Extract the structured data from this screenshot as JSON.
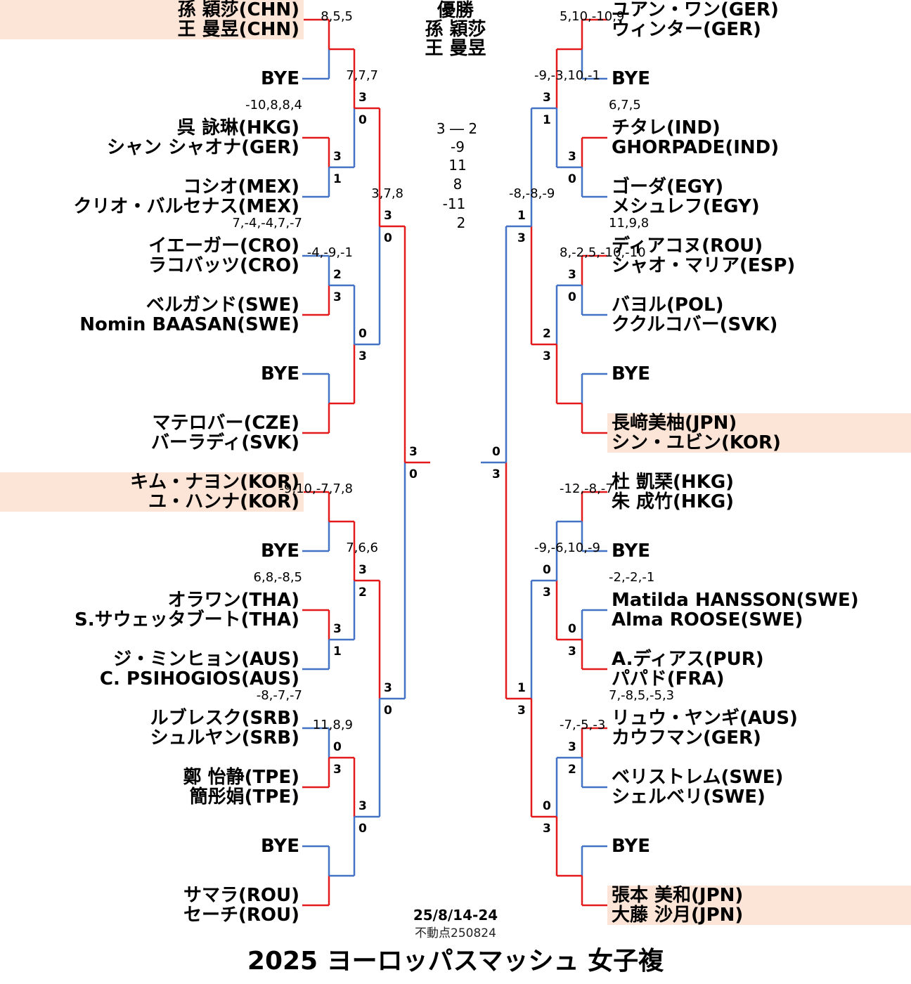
{
  "title": "2025 ヨーロッパスマッシュ 女子複",
  "date": "25/8/14-24",
  "points_note": "不動点250824",
  "champion": {
    "label": "優勝",
    "players": [
      "孫 穎莎",
      "王 曼昱"
    ]
  },
  "final": {
    "score": "3 ― 2",
    "games": [
      "-9",
      "11",
      "8",
      "-11",
      "2"
    ]
  },
  "colors": {
    "win": "#e41a1a",
    "lose": "#4472c4",
    "highlight": "#fce4d6"
  },
  "left": {
    "teams": [
      {
        "p1": "孫 穎莎(CHN)",
        "p2": "王 曼昱(CHN)",
        "seed": true
      },
      {
        "p1": "BYE",
        "p2": "",
        "seed": false
      },
      {
        "p1": "呉 詠琳(HKG)",
        "p2": "シャン シャオナ(GER)",
        "seed": false
      },
      {
        "p1": "コシオ(MEX)",
        "p2": "クリオ・バルセナス(MEX)",
        "seed": false
      },
      {
        "p1": "イエーガー(CRO)",
        "p2": "ラコバッツ(CRO)",
        "seed": false
      },
      {
        "p1": "ベルガンド(SWE)",
        "p2": "Nomin BAASAN(SWE)",
        "seed": false
      },
      {
        "p1": "BYE",
        "p2": "",
        "seed": false
      },
      {
        "p1": "マテロバー(CZE)",
        "p2": "バーラディ(SVK)",
        "seed": false
      },
      {
        "p1": "キム・ナヨン(KOR)",
        "p2": "ユ・ハンナ(KOR)",
        "seed": true
      },
      {
        "p1": "BYE",
        "p2": "",
        "seed": false
      },
      {
        "p1": "オラワン(THA)",
        "p2": "S.サウェッタブート(THA)",
        "seed": false
      },
      {
        "p1": "ジ・ミンヒョン(AUS)",
        "p2": "C. PSIHOGIOS(AUS)",
        "seed": false
      },
      {
        "p1": "ルブレスク(SRB)",
        "p2": "シュルヤン(SRB)",
        "seed": false
      },
      {
        "p1": "鄭 怡静(TPE)",
        "p2": "簡彤娟(TPE)",
        "seed": false
      },
      {
        "p1": "BYE",
        "p2": "",
        "seed": false
      },
      {
        "p1": "サマラ(ROU)",
        "p2": "セーチ(ROU)",
        "seed": false
      }
    ],
    "matches": [
      {
        "r": 0,
        "i": 1,
        "sa": "3",
        "sb": "1",
        "games": "-10,8,8,4",
        "w": "a"
      },
      {
        "r": 0,
        "i": 2,
        "sa": "2",
        "sb": "3",
        "games": "7,-4,-4,7,-7",
        "w": "b"
      },
      {
        "r": 0,
        "i": 5,
        "sa": "3",
        "sb": "1",
        "games": "6,8,-8,5",
        "w": "a"
      },
      {
        "r": 0,
        "i": 6,
        "sa": "0",
        "sb": "3",
        "games": "-8,-7,-7",
        "w": "b"
      },
      {
        "r": 1,
        "i": 0,
        "sa": "3",
        "sb": "0",
        "games": "8,5,5",
        "w": "a"
      },
      {
        "r": 1,
        "i": 1,
        "sa": "0",
        "sb": "3",
        "games": "-4,-9,-1",
        "w": "b"
      },
      {
        "r": 1,
        "i": 2,
        "sa": "3",
        "sb": "2",
        "games": "-9,10,-7,7,8",
        "w": "a"
      },
      {
        "r": 1,
        "i": 3,
        "sa": "3",
        "sb": "0",
        "games": "11,8,9",
        "w": "a"
      },
      {
        "r": 2,
        "i": 0,
        "sa": "3",
        "sb": "0",
        "games": "7,7,7",
        "w": "a"
      },
      {
        "r": 2,
        "i": 1,
        "sa": "3",
        "sb": "0",
        "games": "7,6,6",
        "w": "a"
      },
      {
        "r": 3,
        "i": 0,
        "sa": "3",
        "sb": "0",
        "games": "3,7,8",
        "w": "a"
      }
    ]
  },
  "right": {
    "teams": [
      {
        "p1": "ユアン・ワン(GER)",
        "p2": "ウィンター(GER)",
        "seed": false
      },
      {
        "p1": "BYE",
        "p2": "",
        "seed": false
      },
      {
        "p1": "チタレ(IND)",
        "p2": "GHORPADE(IND)",
        "seed": false
      },
      {
        "p1": "ゴーダ(EGY)",
        "p2": "メシュレフ(EGY)",
        "seed": false
      },
      {
        "p1": "ディアコヌ(ROU)",
        "p2": "シャオ・マリア(ESP)",
        "seed": false
      },
      {
        "p1": "バヨル(POL)",
        "p2": "ククルコバー(SVK)",
        "seed": false
      },
      {
        "p1": "BYE",
        "p2": "",
        "seed": false
      },
      {
        "p1": "長﨑美柚(JPN)",
        "p2": "シン・ユビン(KOR)",
        "seed": true
      },
      {
        "p1": "杜 凱琹(HKG)",
        "p2": "朱 成竹(HKG)",
        "seed": false
      },
      {
        "p1": "BYE",
        "p2": "",
        "seed": false
      },
      {
        "p1": "Matilda HANSSON(SWE)",
        "p2": "Alma ROOSE(SWE)",
        "seed": false
      },
      {
        "p1": "A.ディアス(PUR)",
        "p2": "パパド(FRA)",
        "seed": false
      },
      {
        "p1": "リュウ・ヤンギ(AUS)",
        "p2": "カウフマン(GER)",
        "seed": false
      },
      {
        "p1": "ベリストレム(SWE)",
        "p2": "シェルベリ(SWE)",
        "seed": false
      },
      {
        "p1": "BYE",
        "p2": "",
        "seed": false
      },
      {
        "p1": "張本 美和(JPN)",
        "p2": "大藤 沙月(JPN)",
        "seed": true
      }
    ],
    "matches": [
      {
        "r": 0,
        "i": 1,
        "sa": "3",
        "sb": "0",
        "games": "6,7,5",
        "w": "a"
      },
      {
        "r": 0,
        "i": 2,
        "sa": "3",
        "sb": "0",
        "games": "11,9,8",
        "w": "a"
      },
      {
        "r": 0,
        "i": 5,
        "sa": "0",
        "sb": "3",
        "games": "-2,-2,-1",
        "w": "b"
      },
      {
        "r": 0,
        "i": 6,
        "sa": "3",
        "sb": "2",
        "games": "7,-8,5,-5,3",
        "w": "a"
      },
      {
        "r": 1,
        "i": 0,
        "sa": "3",
        "sb": "1",
        "games": "5,10,-10,9",
        "w": "a"
      },
      {
        "r": 1,
        "i": 1,
        "sa": "2",
        "sb": "3",
        "games": "8,-2,5,-10,-10",
        "w": "b"
      },
      {
        "r": 1,
        "i": 2,
        "sa": "0",
        "sb": "3",
        "games": "-12,-8,-7",
        "w": "b"
      },
      {
        "r": 1,
        "i": 3,
        "sa": "0",
        "sb": "3",
        "games": "-7,-5,-3",
        "w": "b"
      },
      {
        "r": 2,
        "i": 0,
        "sa": "1",
        "sb": "3",
        "games": "-9,-3,10,-1",
        "w": "b"
      },
      {
        "r": 2,
        "i": 1,
        "sa": "1",
        "sb": "3",
        "games": "-9,-6,10,-9",
        "w": "b"
      },
      {
        "r": 3,
        "i": 0,
        "sa": "0",
        "sb": "3",
        "games": "-8,-8,-9",
        "w": "b"
      }
    ]
  }
}
